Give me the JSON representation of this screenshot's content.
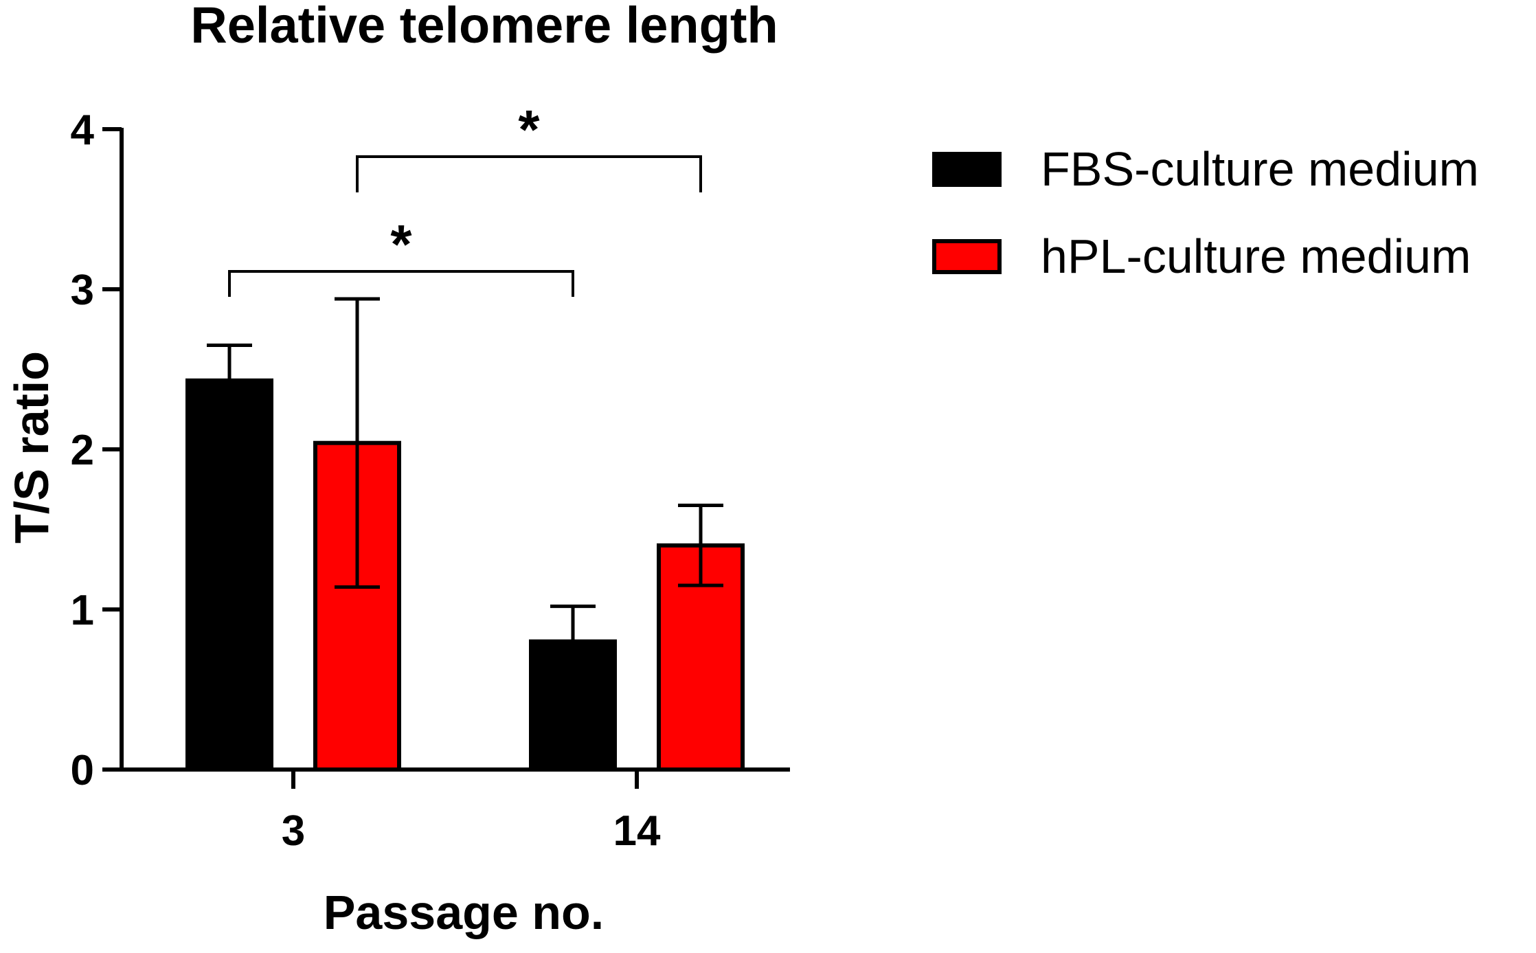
{
  "chart_data": {
    "type": "bar",
    "title": "Relative telomere length",
    "xlabel": "Passage no.",
    "ylabel": "T/S ratio",
    "categories": [
      "3",
      "14"
    ],
    "ylim": [
      0,
      4
    ],
    "yticks": [
      "0",
      "1",
      "2",
      "3",
      "4"
    ],
    "series": [
      {
        "name": "FBS-culture medium",
        "color": "#000000",
        "values": [
          2.43,
          0.8
        ],
        "error": [
          0.22,
          0.22
        ]
      },
      {
        "name": "hPL-culture medium",
        "color": "#ff0000",
        "values": [
          2.04,
          1.4
        ],
        "error": [
          0.9,
          0.25
        ]
      }
    ],
    "significance": [
      {
        "label": "*",
        "from": {
          "category": 0,
          "series": 0
        },
        "to": {
          "category": 1,
          "series": 0
        }
      },
      {
        "label": "*",
        "from": {
          "category": 0,
          "series": 1
        },
        "to": {
          "category": 1,
          "series": 1
        }
      }
    ],
    "legend_position": "top-right",
    "grid": false
  }
}
